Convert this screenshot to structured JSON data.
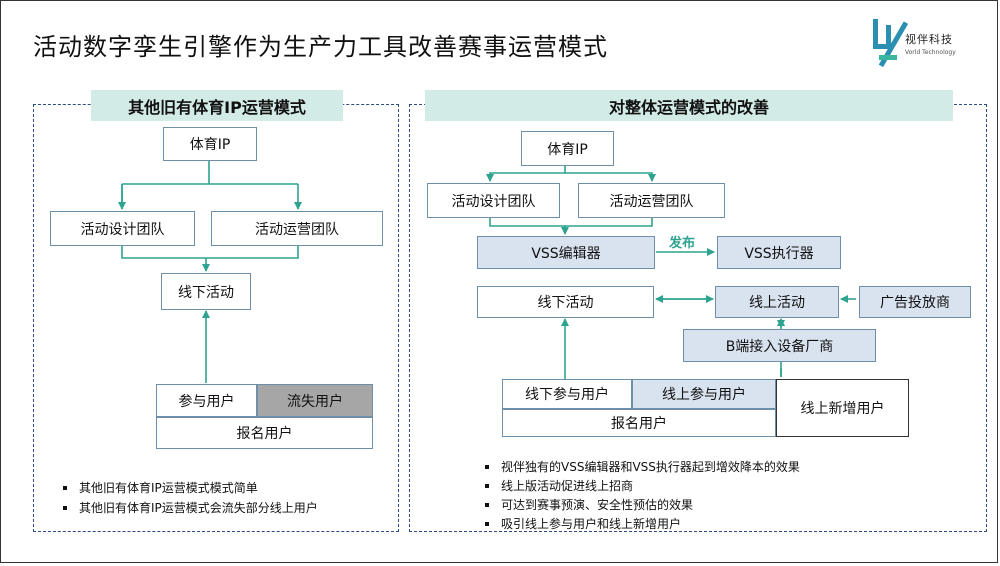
{
  "title": "活动数字孪生引擎作为生产力工具改善赛事运营模式",
  "logo": {
    "name": "视伴科技",
    "name_en": "Vorld Technology"
  },
  "left": {
    "heading": "其他旧有体育IP运营模式",
    "ip": "体育IP",
    "design_team": "活动设计团队",
    "ops_team": "活动运营团队",
    "offline": "线下活动",
    "participant": "参与用户",
    "lost": "流失用户",
    "registered": "报名用户",
    "bullets": [
      "其他旧有体育IP运营模式模式简单",
      "其他旧有体育IP运营模式会流失部分线上用户"
    ]
  },
  "right": {
    "heading": "对整体运营模式的改善",
    "ip": "体育IP",
    "design_team": "活动设计团队",
    "ops_team": "活动运营团队",
    "editor": "VSS编辑器",
    "publish": "发布",
    "executor": "VSS执行器",
    "offline": "线下活动",
    "online": "线上活动",
    "advertiser": "广告投放商",
    "b_vendor": "B端接入设备厂商",
    "offline_user": "线下参与用户",
    "online_user": "线上参与用户",
    "new_user": "线上新增用户",
    "registered": "报名用户",
    "bullets": [
      "视伴独有的VSS编辑器和VSS执行器起到增效降本的效果",
      "线上版活动促进线上招商",
      "可达到赛事预演、安全性预估的效果",
      "吸引线上参与用户和线上新增用户"
    ]
  },
  "colors": {
    "accent": "#2ea38f",
    "header_bg": "#d3ebe6",
    "panel_border": "#2c4b7e",
    "blue_box": "#d9e3ef",
    "lost_box": "#a6a6a6"
  }
}
